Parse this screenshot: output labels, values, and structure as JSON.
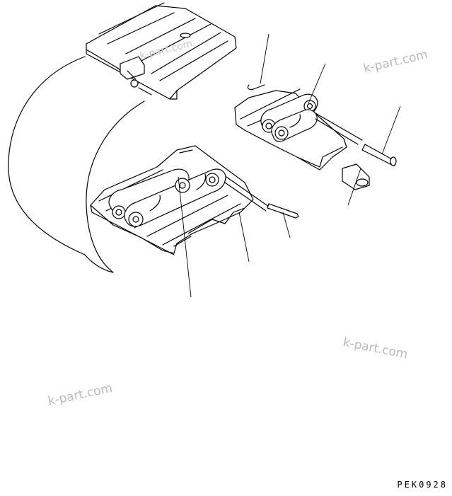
{
  "watermarks": [
    "k-part.com",
    "k-part.com",
    "k-part.com",
    "k-part.com"
  ],
  "drawing_code": "PEK0928"
}
